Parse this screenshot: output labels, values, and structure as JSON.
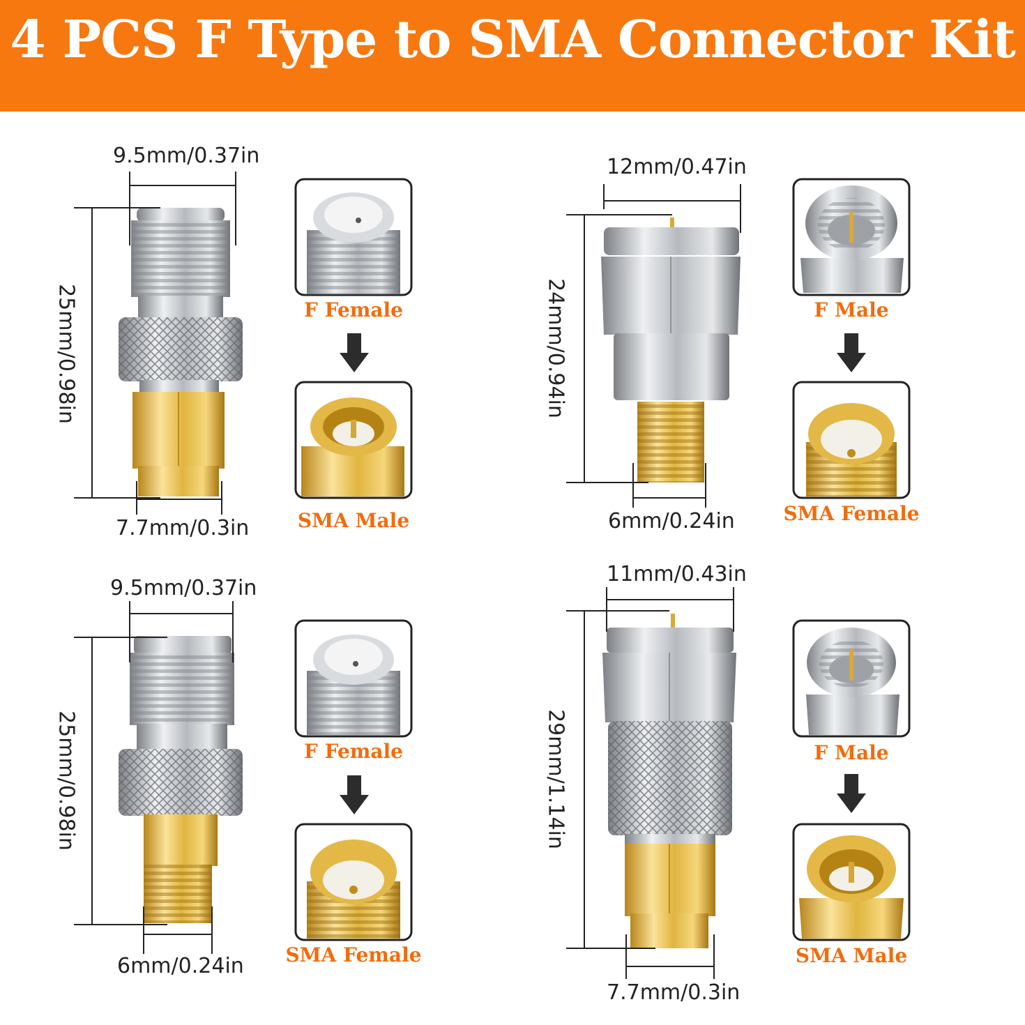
{
  "title": "4 PCS F Type to SMA Connector Kit",
  "colors": {
    "banner": "#f7780f",
    "label": "#f26c0c",
    "silver": "#c9ccd0",
    "gold": "#e2b842",
    "arrow": "#2c2c2c"
  },
  "kits": [
    {
      "width_top": "9.5mm/0.37in",
      "height": "25mm/0.98in",
      "width_bottom": "7.7mm/0.3in",
      "from": "F Female",
      "to": "SMA Male"
    },
    {
      "width_top": "12mm/0.47in",
      "height": "24mm/0.94in",
      "width_bottom": "6mm/0.24in",
      "from": "F Male",
      "to": "SMA Female"
    },
    {
      "width_top": "9.5mm/0.37in",
      "height": "25mm/0.98in",
      "width_bottom": "6mm/0.24in",
      "from": "F Female",
      "to": "SMA Female"
    },
    {
      "width_top": "11mm/0.43in",
      "height": "29mm/1.14in",
      "width_bottom": "7.7mm/0.3in",
      "from": "F Male",
      "to": "SMA Male"
    }
  ]
}
